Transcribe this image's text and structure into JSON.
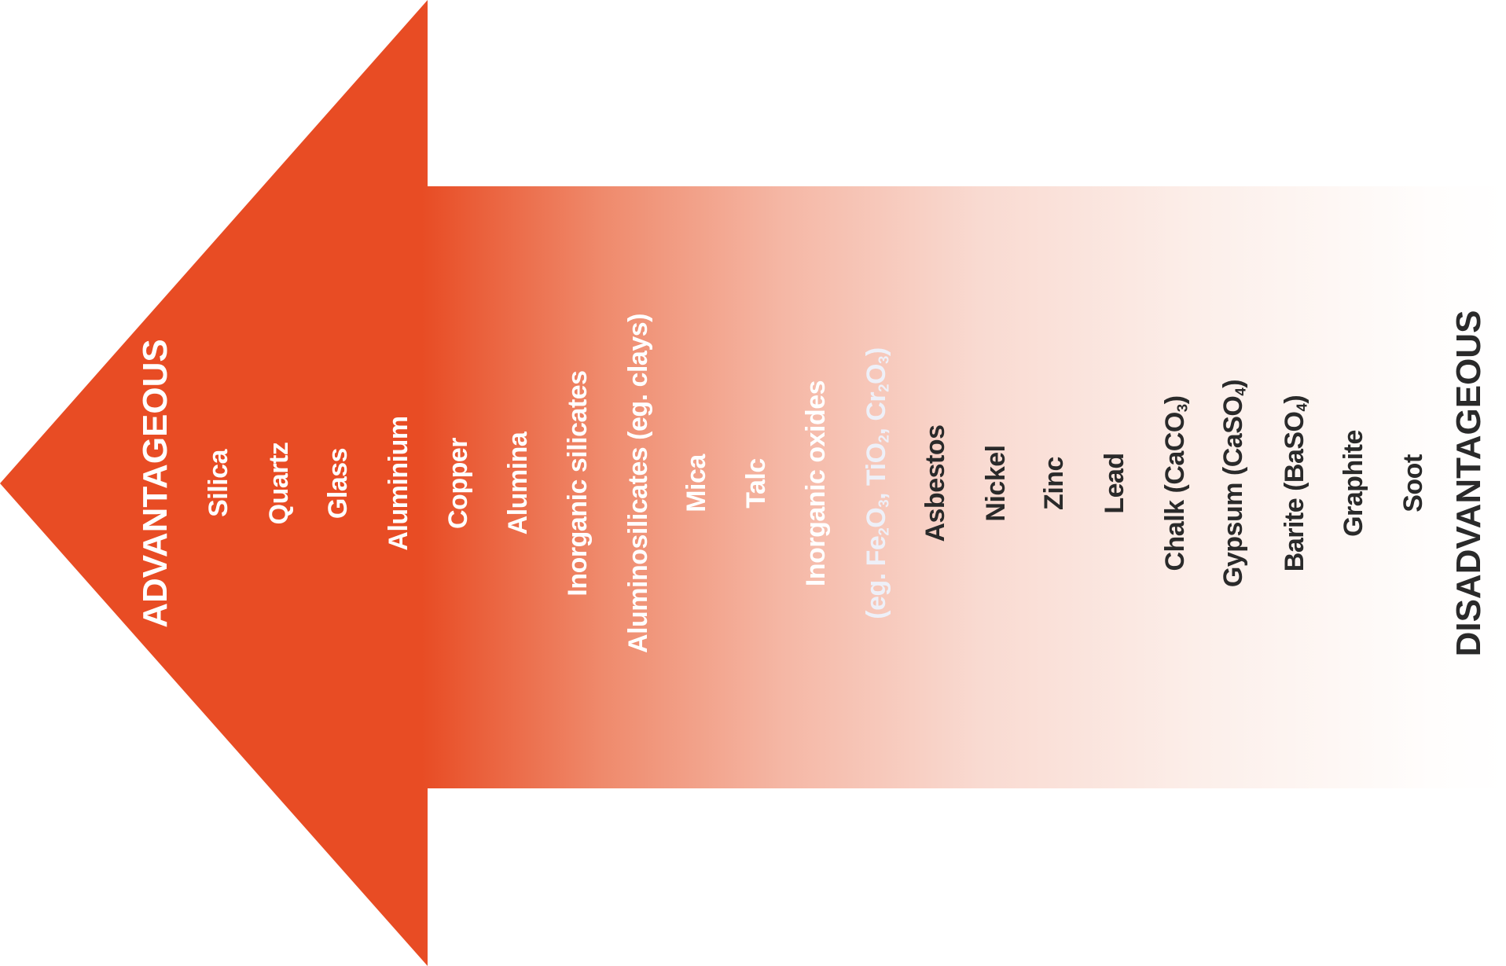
{
  "colors": {
    "accent": "#e84c24",
    "dark_text": "#2a2a2a",
    "light_text": "#ffffff"
  },
  "headings": {
    "advantageous": "ADVANTAGEOUS",
    "disadvantageous": "DISADVANTAGEOUS"
  },
  "materials": {
    "silica": "Silica",
    "quartz": "Quartz",
    "glass": "Glass",
    "aluminium": "Aluminium",
    "copper": "Copper",
    "alumina": "Alumina",
    "inorganic_silicates": "Inorganic silicates",
    "aluminosilicates": "Aluminosilicates (eg. clays)",
    "mica": "Mica",
    "talc": "Talc",
    "inorganic_oxides": "Inorganic oxides",
    "oxides_examples": {
      "p1": "(eg. Fe",
      "s1": "2",
      "p2": "O",
      "s2": "3",
      "p3": ", TiO",
      "s3": "2",
      "p4": ", Cr",
      "s4": "2",
      "p5": "O",
      "s5": "3",
      "p6": ")"
    },
    "asbestos": "Asbestos",
    "nickel": "Nickel",
    "zinc": "Zinc",
    "lead": "Lead",
    "chalk": {
      "p1": "Chalk (CaCO",
      "s1": "3",
      "p2": ")"
    },
    "gypsum": {
      "p1": "Gypsum (CaSO",
      "s1": "4",
      "p2": ")"
    },
    "barite": {
      "p1": "Barite (BaSO",
      "s1": "4",
      "p2": ")"
    },
    "graphite": "Graphite",
    "soot": "Soot"
  }
}
